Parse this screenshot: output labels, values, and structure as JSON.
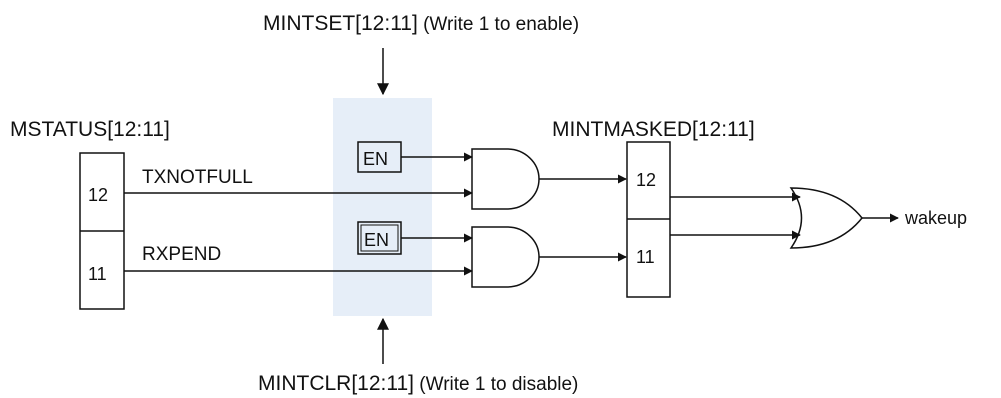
{
  "top_label": {
    "main": "MINTSET[12:11]",
    "note": " (Write 1 to enable)"
  },
  "bottom_label": {
    "main": "MINTCLR[12:11]",
    "note": " (Write 1 to disable)"
  },
  "status_register": {
    "title": "MSTATUS[12:11]",
    "bits": [
      "12",
      "11"
    ]
  },
  "signals": {
    "bit12": "TXNOTFULL",
    "bit11": "RXPEND"
  },
  "enable_labels": [
    "EN",
    "EN"
  ],
  "masked_register": {
    "title": "MINTMASKED[12:11]",
    "bits": [
      "12",
      "11"
    ]
  },
  "output": "wakeup",
  "colors": {
    "enable_region": "#e6eef8",
    "line": "#111111"
  }
}
